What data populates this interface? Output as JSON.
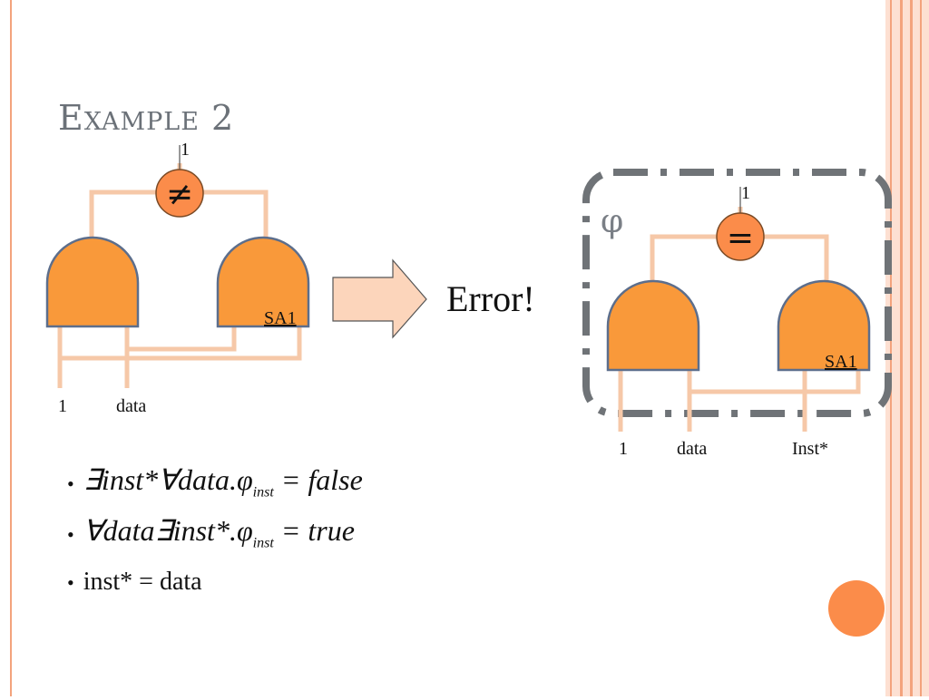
{
  "slide": {
    "title": "Example 2",
    "left_circuit": {
      "top_input": "1",
      "comparator": "≠",
      "fault_label": "SA1",
      "input_labels": [
        "1",
        "data"
      ]
    },
    "arrow_label": "Error!",
    "right_circuit": {
      "phi_label": "φ",
      "top_input": "1",
      "comparator": "=",
      "fault_label": "SA1",
      "input_labels": [
        "1",
        "data",
        "Inst*"
      ]
    },
    "bullets": [
      {
        "bullet": "•",
        "text": "∃inst*∀data.φ",
        "sub": "inst",
        "tail": " = false"
      },
      {
        "bullet": "•",
        "text": "∀data∃inst*.φ",
        "sub": "inst",
        "tail": " = true"
      },
      {
        "bullet": "•",
        "text": "inst* = data",
        "sub": "",
        "tail": ""
      }
    ],
    "colors": {
      "gate_fill": "#f9993a",
      "gate_stroke": "#5c6e8c",
      "wire": "#f6c8a8",
      "border_accent": "#f3a37d",
      "corner_circle": "#fb8c4a",
      "dashed_box": "#6f7377"
    }
  }
}
